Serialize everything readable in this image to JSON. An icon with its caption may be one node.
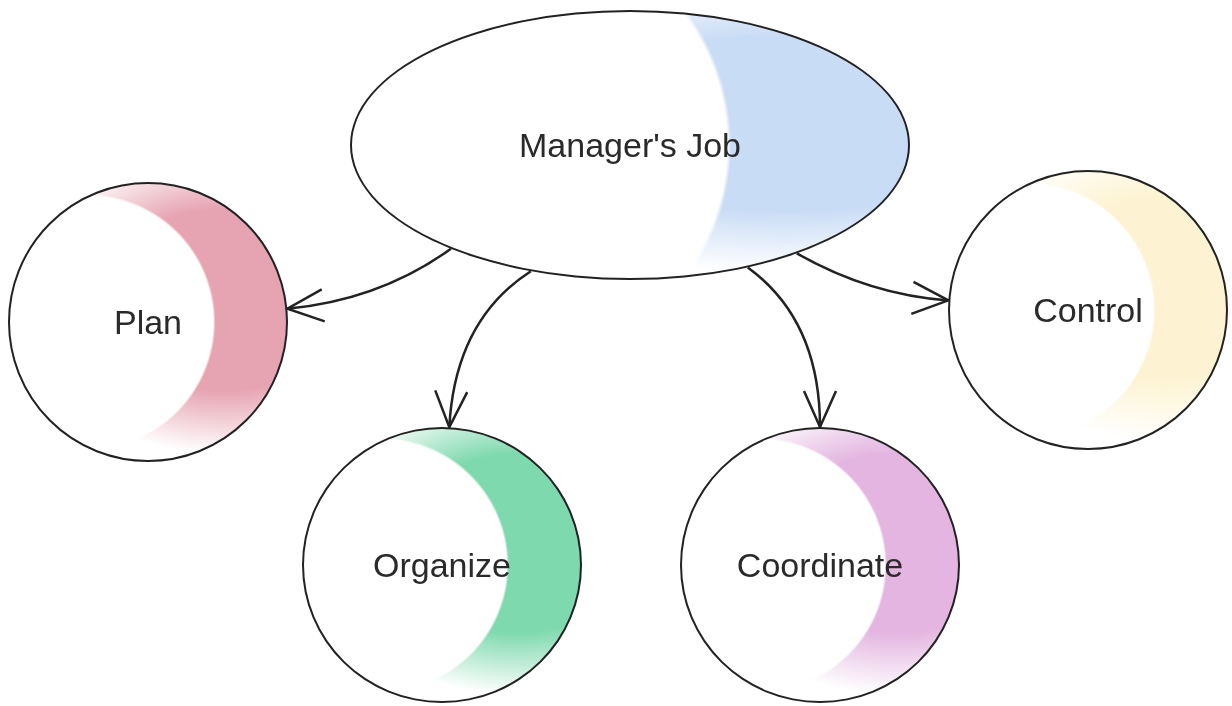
{
  "diagram": {
    "nodes": [
      {
        "text": [
          "Manager's Job"
        ]
      },
      {
        "text": [
          "Plan"
        ]
      },
      {
        "text": [
          "Organize"
        ]
      },
      {
        "text": [
          "Coordinate"
        ]
      },
      {
        "text": [
          "Control"
        ]
      }
    ],
    "edges": [
      {
        "from": 0,
        "to": 1,
        "arrow": "to"
      },
      {
        "from": 0,
        "to": 2,
        "arrow": "to"
      },
      {
        "from": 0,
        "to": 3,
        "arrow": "to"
      },
      {
        "from": 0,
        "to": 4,
        "arrow": "to"
      }
    ]
  }
}
